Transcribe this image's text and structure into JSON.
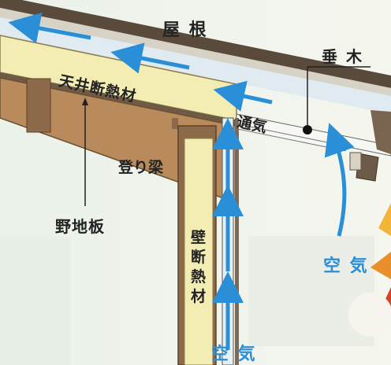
{
  "labels": {
    "roof": "屋 根",
    "rafter": "垂 木",
    "ceiling_insulation": "天井断熱材",
    "ventilation": "通気",
    "sloped_beam": "登り梁",
    "roof_sheathing": "野地板",
    "wall_insulation": "壁断熱材",
    "air_right": "空 気",
    "air_bottom": "空 気"
  },
  "colors": {
    "air_arrow": "#2a8fd6",
    "insulation": "#f3ecb3",
    "timber": "#b88a5c"
  }
}
